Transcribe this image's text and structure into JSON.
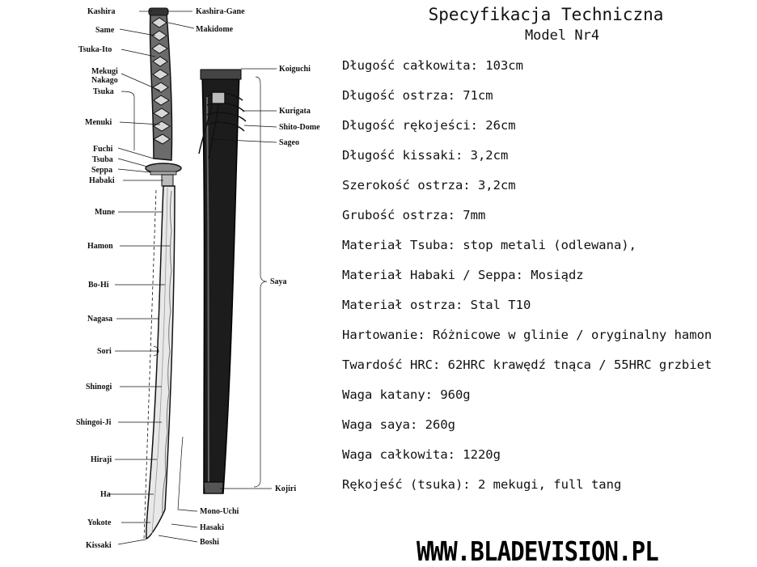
{
  "header": {
    "title": "Specyfikacja Techniczna",
    "subtitle": "Model Nr4"
  },
  "specs": [
    "Długość całkowita: 103cm",
    "Długość ostrza: 71cm",
    "Długość rękojeści: 26cm",
    "Długość kissaki: 3,2cm",
    "Szerokość ostrza: 3,2cm",
    "Grubość ostrza: 7mm",
    "Materiał Tsuba: stop metali (odlewana),",
    "Materiał Habaki / Seppa: Mosiądz",
    "Materiał ostrza: Stal T10",
    "Hartowanie: Różnicowe w glinie / oryginalny hamon",
    "Twardość HRC: 62HRC krawędź tnąca / 55HRC grzbiet",
    "Waga katany: 960g",
    "Waga saya: 260g",
    "Waga całkowita: 1220g",
    "Rękojeść (tsuka): 2 mekugi, full tang"
  ],
  "labels": {
    "kashira": "Kashira",
    "same": "Same",
    "tsuka_ito": "Tsuka-Ito",
    "mekugi": "Mekugi",
    "nakago": "Nakago",
    "tsuka": "Tsuka",
    "menuki": "Menuki",
    "fuchi": "Fuchi",
    "tsuba": "Tsuba",
    "seppa": "Seppa",
    "habaki": "Habaki",
    "mune": "Mune",
    "hamon": "Hamon",
    "bo_hi": "Bo-Hi",
    "nagasa": "Nagasa",
    "sori": "Sori",
    "shinogi": "Shinogi",
    "shingoi_ji": "Shingoi-Ji",
    "hiraji": "Hiraji",
    "ha": "Ha",
    "yokote": "Yokote",
    "kissaki": "Kissaki",
    "kashira_gane": "Kashira-Gane",
    "makidome": "Makidome",
    "koiguchi": "Koiguchi",
    "kurigata": "Kurigata",
    "shito_dome": "Shito-Dome",
    "sageo": "Sageo",
    "saya": "Saya",
    "kojiri": "Kojiri",
    "mono_uchi": "Mono-Uchi",
    "hasaki": "Hasaki",
    "boshi": "Boshi"
  },
  "footer": {
    "website": "WWW.BLADEVISION.PL"
  }
}
